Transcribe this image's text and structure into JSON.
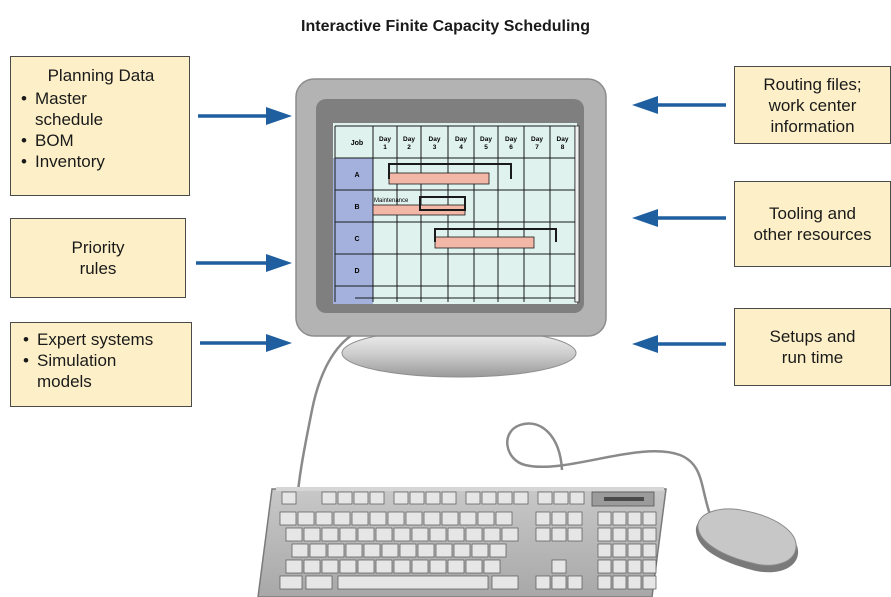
{
  "title": "Interactive Finite Capacity Scheduling",
  "inputs_left": {
    "planning": {
      "heading": "Planning Data",
      "items": [
        "Master",
        "schedule",
        "BOM",
        "Inventory"
      ]
    },
    "priority": {
      "lines": [
        "Priority",
        "rules"
      ]
    },
    "expert": {
      "items": [
        "Expert systems",
        "Simulation",
        "models"
      ]
    }
  },
  "inputs_right": {
    "routing": {
      "lines": [
        "Routing files;",
        "work center",
        "information"
      ]
    },
    "tooling": {
      "lines": [
        "Tooling and",
        "other resources"
      ]
    },
    "setups": {
      "lines": [
        "Setups and",
        "run time"
      ]
    }
  },
  "screen": {
    "job_header": "Job",
    "days": [
      {
        "label": "Day",
        "num": "1"
      },
      {
        "label": "Day",
        "num": "2"
      },
      {
        "label": "Day",
        "num": "3"
      },
      {
        "label": "Day",
        "num": "4"
      },
      {
        "label": "Day",
        "num": "5"
      },
      {
        "label": "Day",
        "num": "6"
      },
      {
        "label": "Day",
        "num": "7"
      },
      {
        "label": "Day",
        "num": "8"
      }
    ],
    "jobs": [
      "A",
      "B",
      "C",
      "D"
    ],
    "maintenance_label": "Maintenance"
  },
  "colors": {
    "box_fill": "#fdf0c8",
    "arrow": "#1f5fa0",
    "screen_bg": "#dff2ee",
    "job_col": "#a3b1dc",
    "bar_fill": "#f3b7a8",
    "monitor": "#b3b3b3"
  }
}
